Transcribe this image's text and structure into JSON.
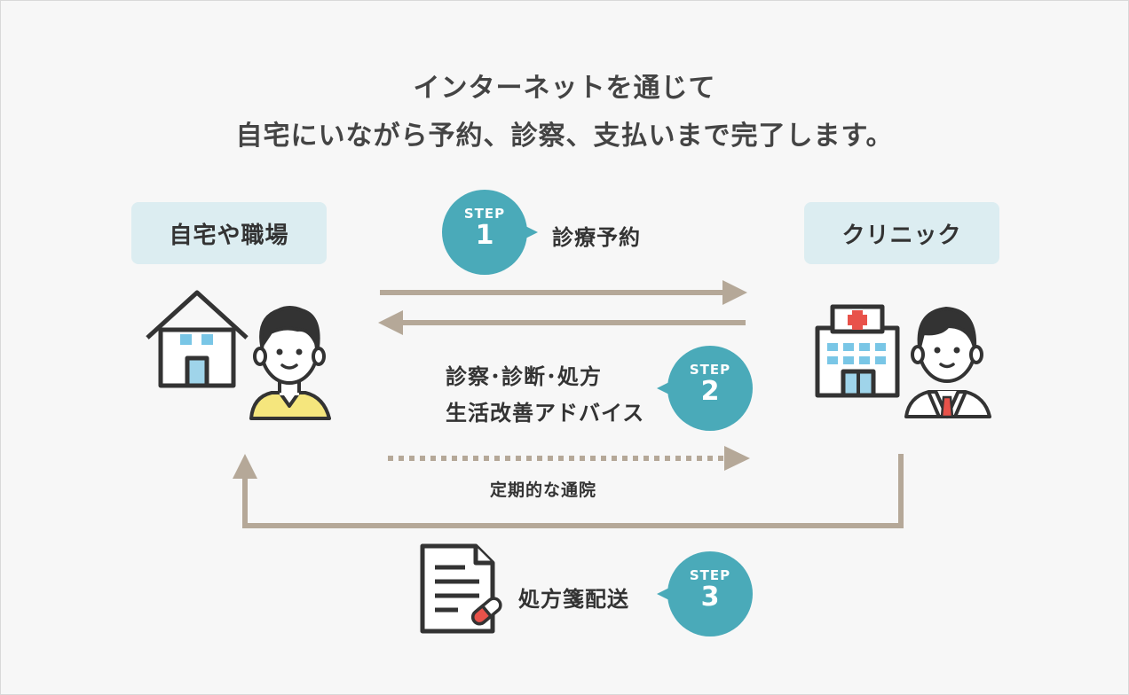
{
  "title": {
    "line1": "インターネットを通じて",
    "line2": "自宅にいながら予約、診察、支払いまで完了します。"
  },
  "places": {
    "home": "自宅や職場",
    "clinic": "クリニック"
  },
  "steps": [
    {
      "label": "STEP",
      "number": "1",
      "caption": "診療予約"
    },
    {
      "label": "STEP",
      "number": "2",
      "caption_line1": "診察･診断･処方",
      "caption_line2": "生活改善アドバイス"
    },
    {
      "label": "STEP",
      "number": "3",
      "caption": "処方箋配送"
    }
  ],
  "flow": {
    "dotted_caption": "定期的な通院"
  },
  "colors": {
    "accent": "#4aaab9",
    "arrow": "#b5a898",
    "place_bg": "#dcedf1",
    "background": "#f7f7f7"
  }
}
